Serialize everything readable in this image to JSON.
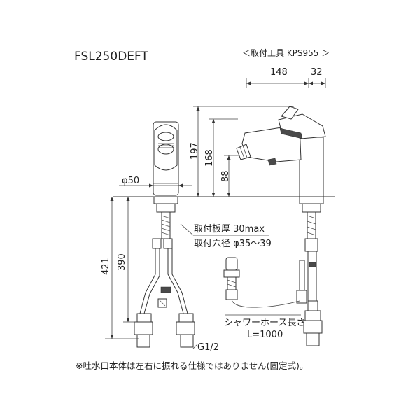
{
  "model": "FSL250DEFT",
  "tool": "＜取付工具 KPS955 ＞",
  "dims": {
    "w148": "148",
    "w32": "32",
    "h197": "197",
    "h168": "168",
    "h88": "88",
    "phi50": "φ50",
    "h421": "421",
    "h390": "390"
  },
  "mounting": {
    "plate": "取付板厚 30max",
    "hole": "取付穴径 φ35〜39"
  },
  "hose": {
    "label": "シャワーホース長さ",
    "length": "L=1000"
  },
  "thread": "G1/2",
  "note": "※吐水口本体は左右に振れる仕様ではありません(固定式)。"
}
